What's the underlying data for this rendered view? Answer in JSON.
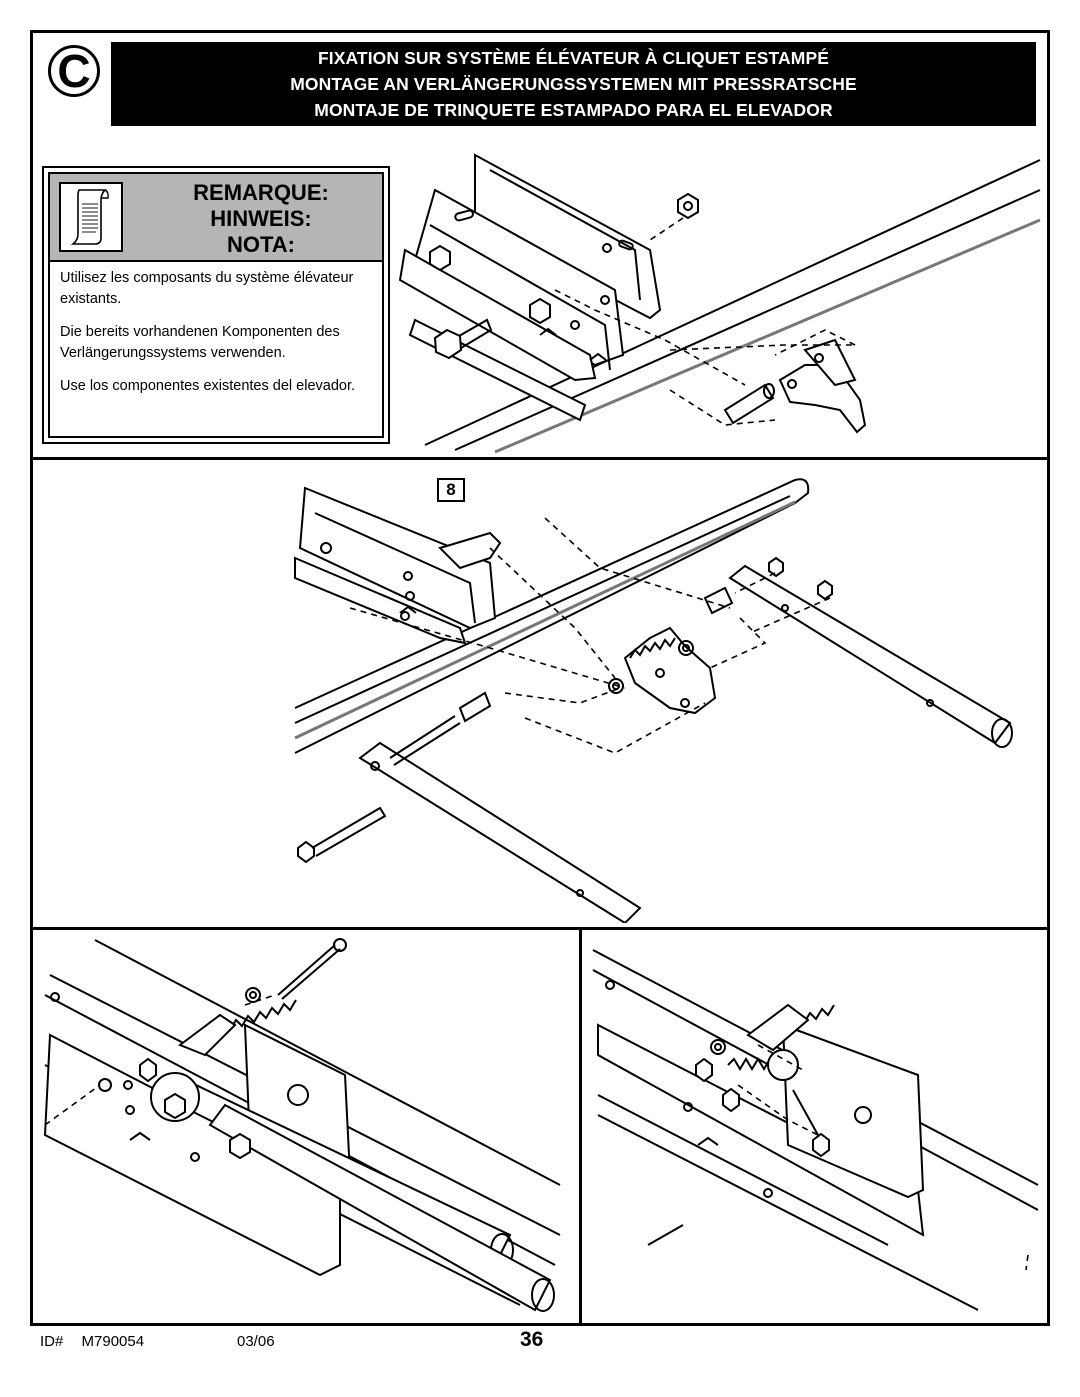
{
  "section": {
    "letter": "C"
  },
  "banner": {
    "line_fr": "FIXATION SUR SYSTÈME ÉLÉVATEUR À CLIQUET ESTAMPÉ",
    "line_de": "MONTAGE AN VERLÄNGERUNGSSYSTEMEN MIT PRESSRATSCHE",
    "line_es": "MONTAJE DE TRINQUETE ESTAMPADO PARA EL ELEVADOR"
  },
  "note": {
    "title_fr": "REMARQUE:",
    "title_de": "HINWEIS:",
    "title_es": "NOTA:",
    "text_fr": "Utilisez les composants du système élévateur existants.",
    "text_de": "Die bereits vorhandenen Komponenten des Verlängerungssystems verwenden.",
    "text_es": "Use los componentes existentes del elevador."
  },
  "callout": {
    "step_number": "8"
  },
  "footer": {
    "id_label": "ID#",
    "id_value": "M790054",
    "date": "03/06",
    "page_number": "36"
  },
  "colors": {
    "ink": "#000000",
    "note_header": "#b5b5b5",
    "paper": "#ffffff"
  }
}
